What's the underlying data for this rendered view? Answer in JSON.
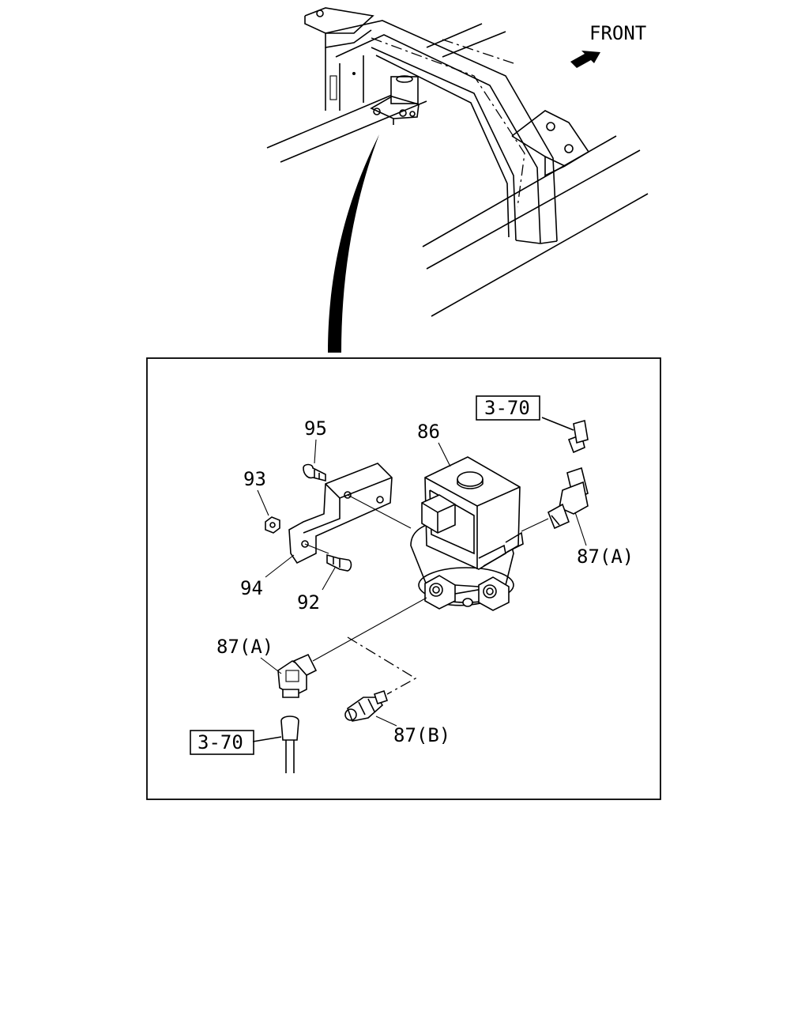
{
  "overview": {
    "direction_label": "FRONT",
    "direction_icon": "arrow-icon"
  },
  "detail": {
    "refs": [
      {
        "id": "ref-top",
        "text": "3-70"
      },
      {
        "id": "ref-bottom",
        "text": "3-70"
      }
    ],
    "callouts": [
      {
        "id": "86",
        "text": "86"
      },
      {
        "id": "95",
        "text": "95"
      },
      {
        "id": "93",
        "text": "93"
      },
      {
        "id": "94",
        "text": "94"
      },
      {
        "id": "92",
        "text": "92"
      },
      {
        "id": "87a-right",
        "text": "87(A)"
      },
      {
        "id": "87a-left",
        "text": "87(A)"
      },
      {
        "id": "87b",
        "text": "87(B)"
      }
    ]
  }
}
